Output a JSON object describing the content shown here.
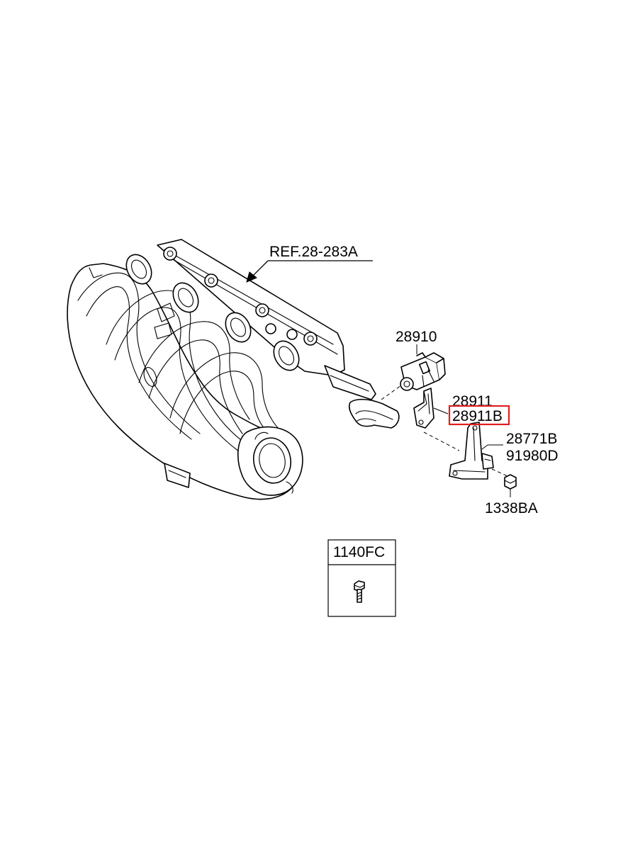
{
  "labels": {
    "ref": "REF.28-283A",
    "valve": "28910",
    "bracket_a": "28911",
    "bracket_b": "28911B",
    "stay": "28771B",
    "clip": "91980D",
    "nut": "1338BA",
    "bolt_box": "1140FC"
  },
  "highlight_color": "#e02020"
}
